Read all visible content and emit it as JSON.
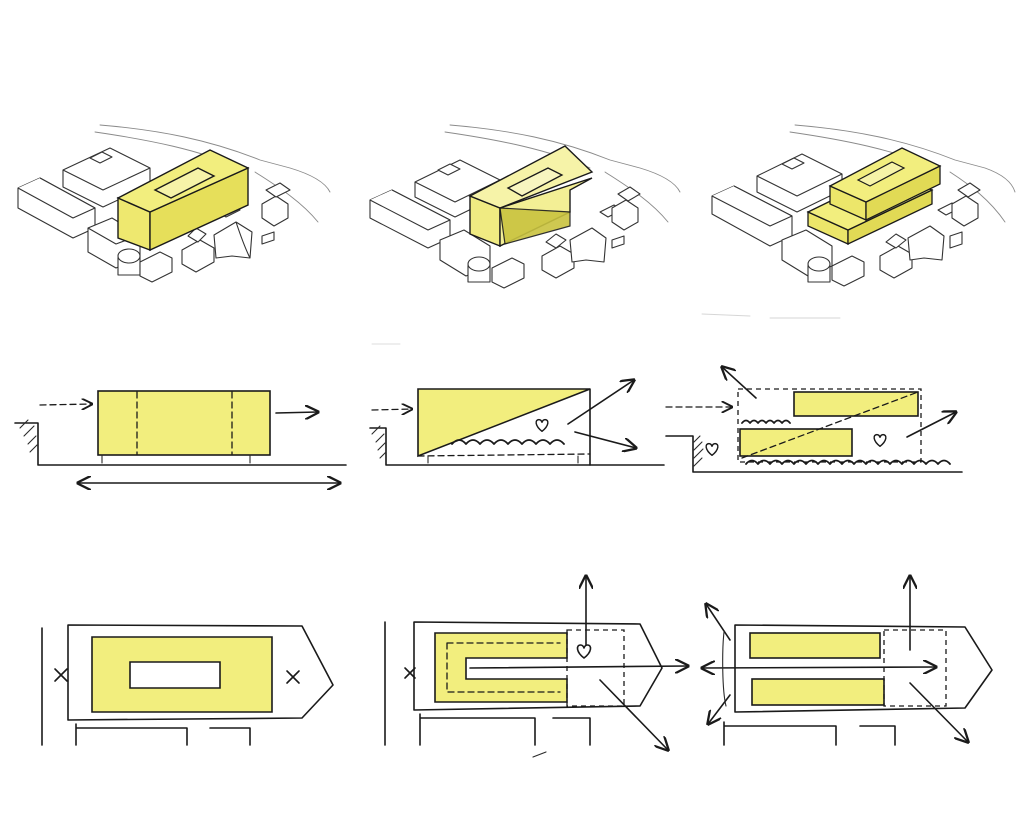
{
  "colors": {
    "ink": "#1a1a1a",
    "yellow_fill": "#f2ee7e",
    "yellow_light": "#f6f3a8",
    "yellow_dark": "#d9d34e",
    "yellow_shadow": "#c9c33f",
    "paper": "#ffffff"
  },
  "rows": [
    {
      "kind": "axonometric-massing",
      "variants": [
        "solid-block-with-courtyard",
        "cantilevered-wedge-block",
        "two-stacked-bars"
      ]
    },
    {
      "kind": "section",
      "variants": [
        "single-volume-with-through-route",
        "sloped-volume-over-public-ground",
        "split-volumes-with-diagonal-route"
      ]
    },
    {
      "kind": "plan",
      "variants": [
        "courtyard-block-closed-ends",
        "u-shaped-block-open-end",
        "two-parallel-bars-open-axis"
      ]
    }
  ],
  "icons": {
    "heart": "heart-icon",
    "cross": "cross-mark-icon",
    "arrow": "arrow-icon"
  }
}
